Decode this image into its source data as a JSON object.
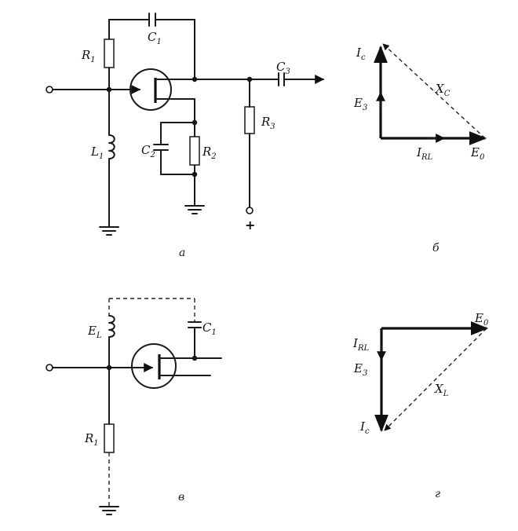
{
  "panels": {
    "a": {
      "caption": "a",
      "labels": {
        "R1": "R",
        "R1_sub": "1",
        "C1": "C",
        "C1_sub": "1",
        "L1": "L",
        "L1_sub": "1",
        "C2": "C",
        "C2_sub": "2",
        "R2": "R",
        "R2_sub": "2",
        "R3": "R",
        "R3_sub": "3",
        "C3": "C",
        "C3_sub": "3",
        "supply": "+"
      }
    },
    "b": {
      "caption": "б",
      "labels": {
        "Ic": "I",
        "Ic_sub": "c",
        "E3": "E",
        "E3_sub": "3",
        "Xc": "X",
        "Xc_sub": "C",
        "IRL": "I",
        "IRL_sub": "RL",
        "E0": "E",
        "E0_sub": "0"
      }
    },
    "v": {
      "caption": "в",
      "labels": {
        "EL": "E",
        "EL_sub": "L",
        "C1": "C",
        "C1_sub": "1",
        "R1": "R",
        "R1_sub": "1"
      }
    },
    "g": {
      "caption": "г",
      "labels": {
        "E0": "E",
        "E0_sub": "0",
        "IRL": "I",
        "IRL_sub": "RL",
        "E3": "E",
        "E3_sub": "3",
        "XL": "X",
        "XL_sub": "L",
        "Ic": "I",
        "Ic_sub": "c"
      }
    }
  }
}
